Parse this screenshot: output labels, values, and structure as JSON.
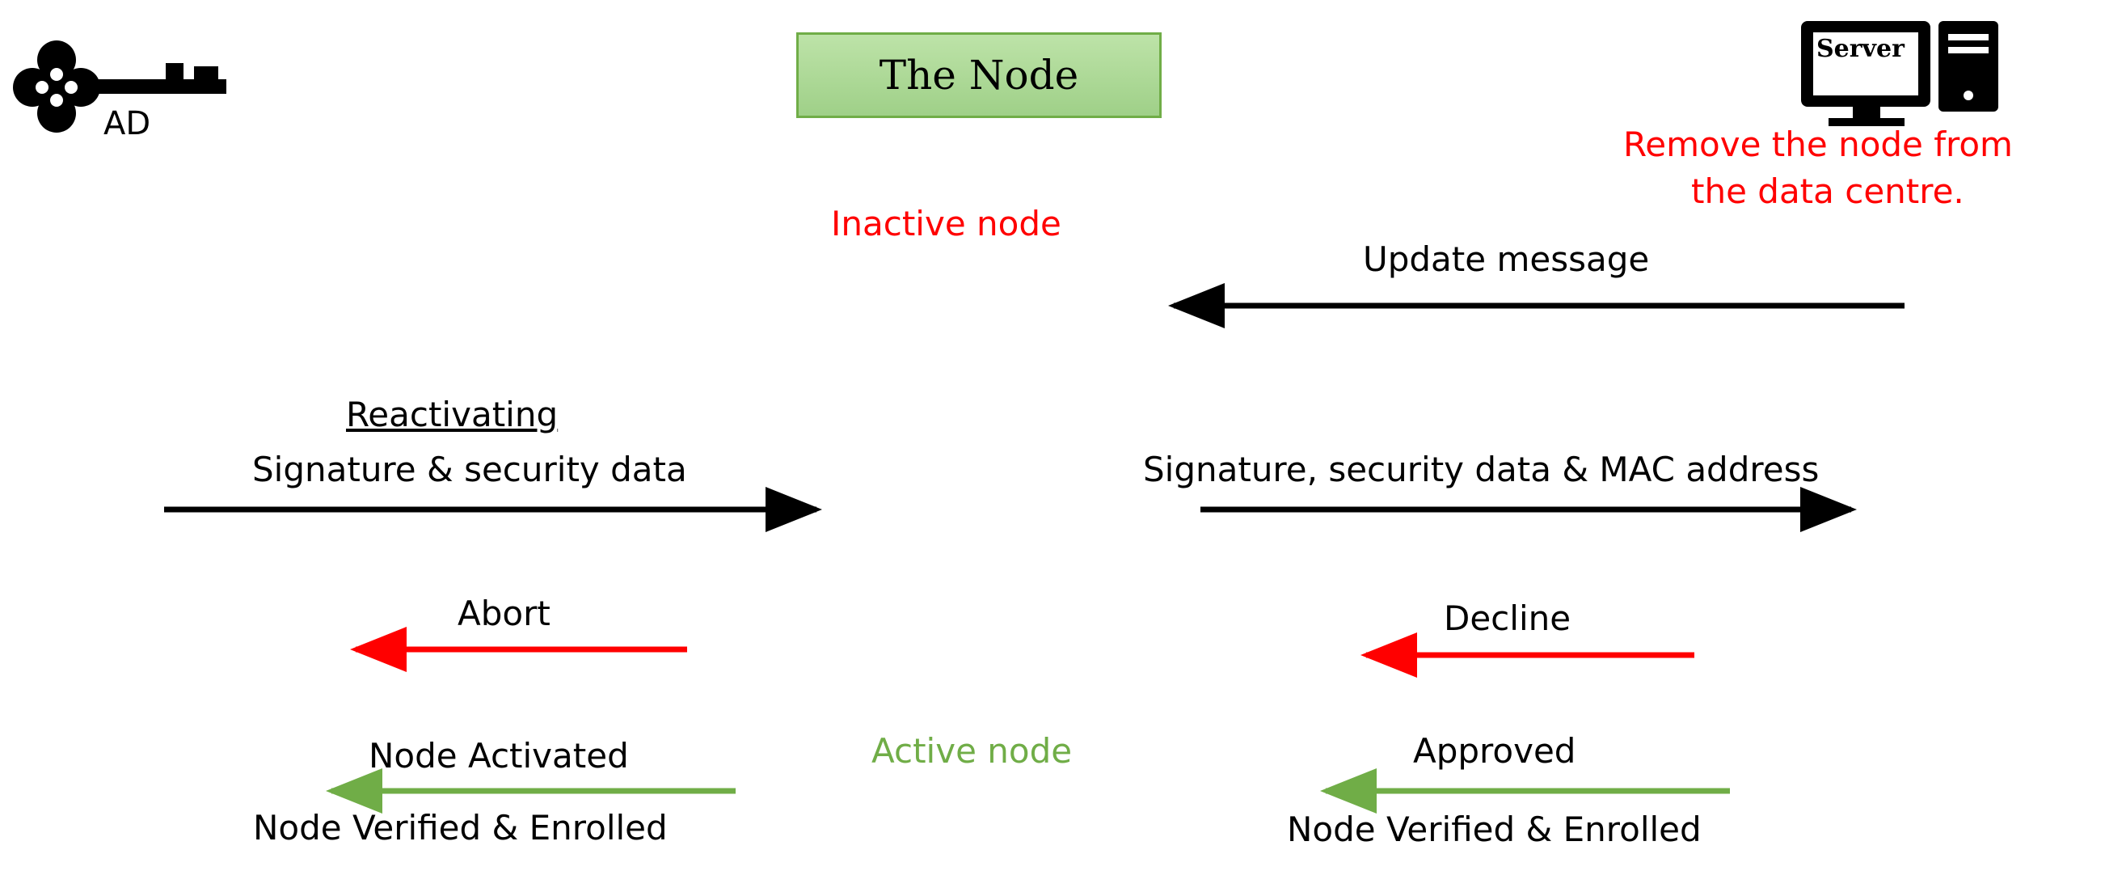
{
  "header": {
    "node_title": "The Node",
    "ad_label": "AD",
    "server_label": "Server"
  },
  "states": {
    "inactive": "Inactive node",
    "active": "Active node"
  },
  "server_note": {
    "line1": "Remove the node from",
    "line2": "the data centre."
  },
  "messages": {
    "update": "Update message",
    "reactivating": "Reactivating",
    "sig_security": "Signature & security data",
    "sig_security_mac": "Signature, security data & MAC address",
    "abort": "Abort",
    "decline": "Decline",
    "node_activated": "Node Activated",
    "approved": "Approved",
    "verified_left": "Node Verified & Enrolled",
    "verified_right": "Node Verified & Enrolled"
  },
  "colors": {
    "black_arrow": "#000000",
    "red_arrow": "#ff0000",
    "green_arrow": "#70ad47",
    "node_box_fill": "#a9d893",
    "node_box_border": "#70ad47"
  }
}
